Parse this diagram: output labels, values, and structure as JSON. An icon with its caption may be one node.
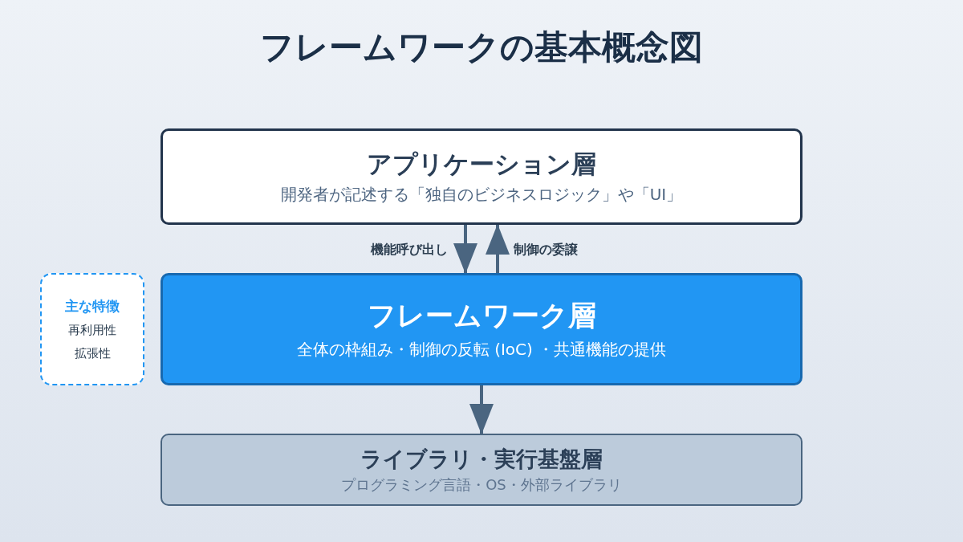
{
  "diagram": {
    "title": "フレームワークの基本概念図",
    "nodes": [
      {
        "text": [
          "アプリケーション層",
          "開発者が記述する「独自のビジネスロジック」や「UI」"
        ]
      },
      {
        "text": [
          "フレームワーク層",
          "全体の枠組み・制御の反転 (IoC) ・共通機能の提供"
        ]
      },
      {
        "text": [
          "ライブラリ・実行基盤層",
          "プログラミング言語・OS・外部ライブラリ"
        ]
      },
      {
        "text": [
          "主な特徴",
          "再利用性",
          "拡張性"
        ]
      }
    ],
    "edges": [
      {
        "from": 0,
        "to": 1,
        "arrow": "to",
        "label": "機能呼び出し"
      },
      {
        "from": 1,
        "to": 0,
        "arrow": "to",
        "label": "制御の委譲"
      },
      {
        "from": 1,
        "to": 2,
        "arrow": "to"
      }
    ]
  }
}
